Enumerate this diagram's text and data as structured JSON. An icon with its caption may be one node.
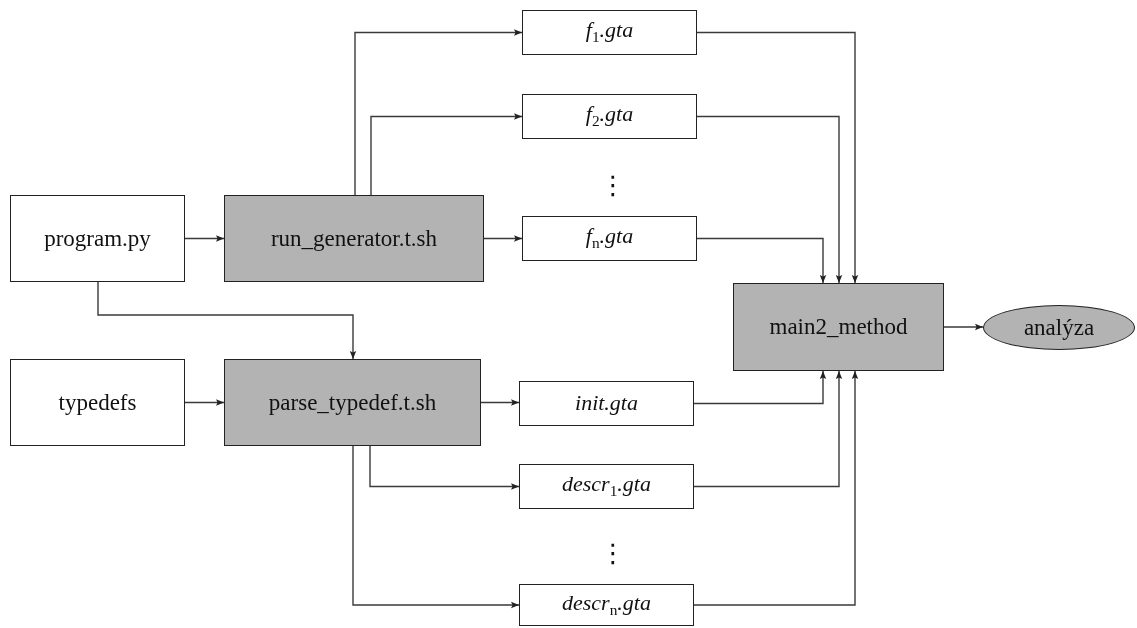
{
  "diagram": {
    "nodes": [
      {
        "text": [
          "program.py"
        ]
      },
      {
        "text": [
          "run_generator.t.sh"
        ]
      },
      {
        "text": [
          "f$_{1}$.gta"
        ]
      },
      {
        "text": [
          "f$_{2}$.gta"
        ]
      },
      {
        "text": [
          "f$_{n}$.gta"
        ]
      },
      {
        "text": [
          "typedefs"
        ]
      },
      {
        "text": [
          "parse_typedef.t.sh"
        ]
      },
      {
        "text": [
          "init.gta"
        ]
      },
      {
        "text": [
          "descr$_{1}$.gta"
        ]
      },
      {
        "text": [
          "descr$_{n}$.gta"
        ]
      },
      {
        "text": [
          "main2_method"
        ]
      },
      {
        "text": [
          "analýza"
        ]
      }
    ],
    "edges": [
      {
        "from": 0,
        "to": 1,
        "arrow": "to"
      },
      {
        "from": 1,
        "to": 2,
        "arrow": "to"
      },
      {
        "from": 1,
        "to": 3,
        "arrow": "to"
      },
      {
        "from": 1,
        "to": 4,
        "arrow": "to"
      },
      {
        "from": 0,
        "to": 6,
        "arrow": "to"
      },
      {
        "from": 5,
        "to": 6,
        "arrow": "to"
      },
      {
        "from": 6,
        "to": 7,
        "arrow": "to"
      },
      {
        "from": 6,
        "to": 8,
        "arrow": "to"
      },
      {
        "from": 6,
        "to": 9,
        "arrow": "to"
      },
      {
        "from": 2,
        "to": 10,
        "arrow": "to"
      },
      {
        "from": 3,
        "to": 10,
        "arrow": "to"
      },
      {
        "from": 4,
        "to": 10,
        "arrow": "to"
      },
      {
        "from": 7,
        "to": 10,
        "arrow": "to"
      },
      {
        "from": 8,
        "to": 10,
        "arrow": "to"
      },
      {
        "from": 9,
        "to": 10,
        "arrow": "to"
      },
      {
        "from": 10,
        "to": 11,
        "arrow": "to"
      }
    ],
    "labels": [
      "⋮",
      "⋮"
    ]
  }
}
